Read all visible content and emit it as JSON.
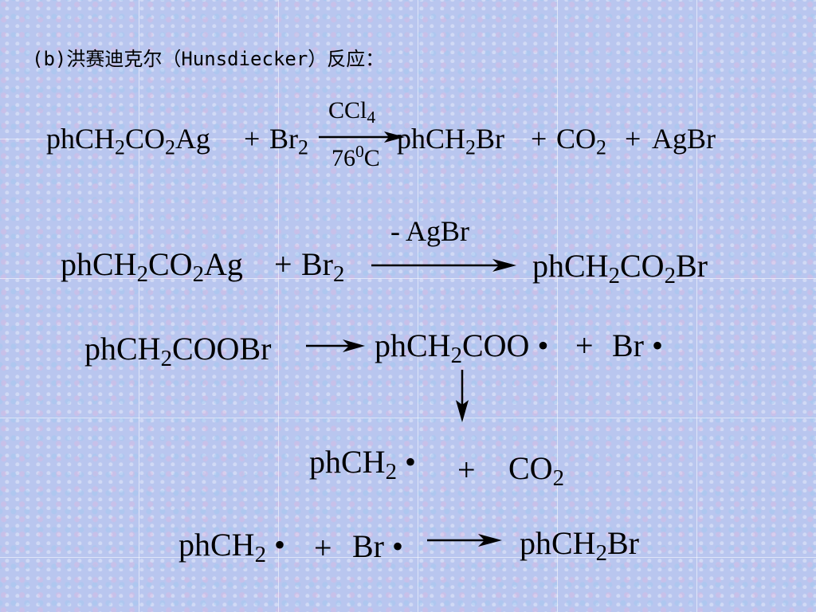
{
  "title": "(b)洪赛迪克尔（Hunsdiecker）反应：",
  "reaction1": {
    "reactant_a": {
      "pre": "phCH",
      "s1": "2",
      "mid": "CO",
      "s2": "2",
      "post": "Ag"
    },
    "plus1": "+",
    "reactant_b": {
      "pre": "Br",
      "s1": "2"
    },
    "condition_top": {
      "pre": "CCl",
      "s1": "4"
    },
    "condition_bottom": {
      "pre": "76",
      "sup": "0",
      "post": "C"
    },
    "product_a": {
      "pre": "phCH",
      "s1": "2",
      "post": "Br"
    },
    "plus2": "+",
    "product_b": {
      "pre": "CO",
      "s1": "2"
    },
    "plus3": "+",
    "product_c": "AgBr"
  },
  "step1": {
    "reactant_a": {
      "pre": "phCH",
      "s1": "2",
      "mid": "CO",
      "s2": "2",
      "post": "Ag"
    },
    "plus": "+",
    "reactant_b": {
      "pre": "Br",
      "s1": "2"
    },
    "condition": "- AgBr",
    "product": {
      "pre": "phCH",
      "s1": "2",
      "mid": "CO",
      "s2": "2",
      "post": "Br"
    }
  },
  "step2": {
    "reactant": {
      "pre": "phCH",
      "s1": "2",
      "post": "COOBr"
    },
    "product_a": {
      "pre": "phCH",
      "s1": "2",
      "post": "COO •"
    },
    "plus": "+",
    "product_b": "Br •"
  },
  "step3": {
    "product_a": {
      "pre": "phCH",
      "s1": "2",
      "post": " •"
    },
    "plus": "+",
    "product_b": {
      "pre": "CO",
      "s1": "2"
    }
  },
  "step4": {
    "reactant_a": {
      "pre": "phCH",
      "s1": "2",
      "post": " •"
    },
    "plus": "+",
    "reactant_b": "Br •",
    "product": {
      "pre": "phCH",
      "s1": "2",
      "post": "Br"
    }
  }
}
